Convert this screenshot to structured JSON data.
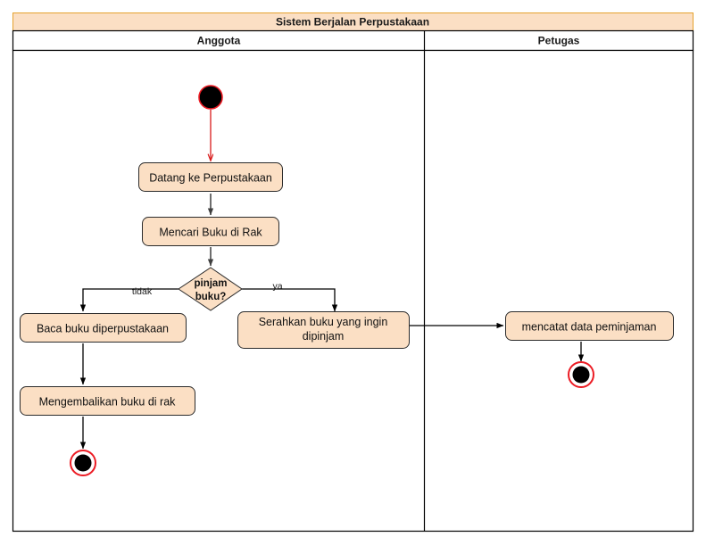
{
  "diagram": {
    "title": "Sistem Berjalan Perpustakaan",
    "type": "uml-activity-diagram",
    "colors": {
      "node_fill": "#fbdfc4",
      "node_stroke": "#2b2b2b",
      "title_fill": "#fbdfc4",
      "title_stroke": "#e5a22e",
      "lane_stroke": "#000000",
      "start_arrow": "#d81a1a",
      "terminal_ring": "#ec1c24",
      "terminal_fill": "#000000",
      "flow_stroke": "#000000",
      "flow_stroke_gray": "#555555"
    },
    "lanes": [
      {
        "id": "anggota",
        "label": "Anggota"
      },
      {
        "id": "petugas",
        "label": "Petugas"
      }
    ],
    "nodes": [
      {
        "id": "start",
        "type": "initial",
        "lane": "anggota",
        "label": ""
      },
      {
        "id": "datang",
        "type": "action",
        "lane": "anggota",
        "label": "Datang ke Perpustakaan"
      },
      {
        "id": "mencari",
        "type": "action",
        "lane": "anggota",
        "label": "Mencari Buku di Rak"
      },
      {
        "id": "pinjam",
        "type": "decision",
        "lane": "anggota",
        "label_line1": "pinjam",
        "label_line2": "buku?"
      },
      {
        "id": "baca",
        "type": "action",
        "lane": "anggota",
        "label": "Baca buku diperpustakaan"
      },
      {
        "id": "serahkan",
        "type": "action",
        "lane": "anggota",
        "label_line1": "Serahkan buku yang ingin",
        "label_line2": "dipinjam"
      },
      {
        "id": "mengembalikan",
        "type": "action",
        "lane": "anggota",
        "label": "Mengembalikan buku di rak"
      },
      {
        "id": "mencatat",
        "type": "action",
        "lane": "petugas",
        "label": "mencatat data peminjaman"
      },
      {
        "id": "end_anggota",
        "type": "final",
        "lane": "anggota",
        "label": ""
      },
      {
        "id": "end_petugas",
        "type": "final",
        "lane": "petugas",
        "label": ""
      }
    ],
    "edges": [
      {
        "from": "start",
        "to": "datang",
        "guard": ""
      },
      {
        "from": "datang",
        "to": "mencari",
        "guard": ""
      },
      {
        "from": "mencari",
        "to": "pinjam",
        "guard": ""
      },
      {
        "from": "pinjam",
        "to": "baca",
        "guard": "tidak"
      },
      {
        "from": "pinjam",
        "to": "serahkan",
        "guard": "ya"
      },
      {
        "from": "baca",
        "to": "mengembalikan",
        "guard": ""
      },
      {
        "from": "mengembalikan",
        "to": "end_anggota",
        "guard": ""
      },
      {
        "from": "serahkan",
        "to": "mencatat",
        "guard": ""
      },
      {
        "from": "mencatat",
        "to": "end_petugas",
        "guard": ""
      }
    ],
    "guards": {
      "tidak": "tidak",
      "ya": "ya"
    }
  }
}
